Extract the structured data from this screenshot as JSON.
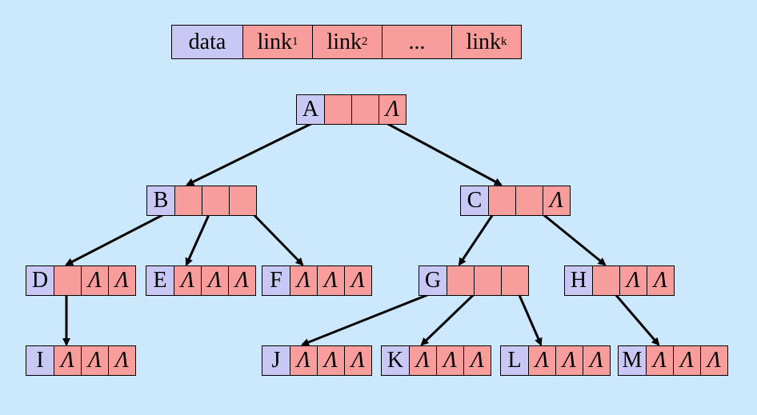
{
  "header": {
    "data_label": "data",
    "link_labels": [
      {
        "base": "link",
        "sub": "1"
      },
      {
        "base": "link",
        "sub": "2"
      },
      {
        "base": "...",
        "sub": ""
      },
      {
        "base": "link",
        "sub": "k"
      }
    ]
  },
  "null_symbol": "Λ",
  "colors": {
    "background": "#cce8fd",
    "data_cell": "#c9c8f4",
    "link_cell": "#f99c9c"
  },
  "nodes": [
    {
      "id": "A",
      "label": "A",
      "links": [
        "",
        "",
        "Λ"
      ]
    },
    {
      "id": "B",
      "label": "B",
      "links": [
        "",
        "",
        ""
      ]
    },
    {
      "id": "C",
      "label": "C",
      "links": [
        "",
        "",
        "Λ"
      ]
    },
    {
      "id": "D",
      "label": "D",
      "links": [
        "",
        "Λ",
        "Λ"
      ]
    },
    {
      "id": "E",
      "label": "E",
      "links": [
        "Λ",
        "Λ",
        "Λ"
      ]
    },
    {
      "id": "F",
      "label": "F",
      "links": [
        "Λ",
        "Λ",
        "Λ"
      ]
    },
    {
      "id": "G",
      "label": "G",
      "links": [
        "",
        "",
        ""
      ]
    },
    {
      "id": "H",
      "label": "H",
      "links": [
        "",
        "Λ",
        "Λ"
      ]
    },
    {
      "id": "I",
      "label": "I",
      "links": [
        "Λ",
        "Λ",
        "Λ"
      ]
    },
    {
      "id": "J",
      "label": "J",
      "links": [
        "Λ",
        "Λ",
        "Λ"
      ]
    },
    {
      "id": "K",
      "label": "K",
      "links": [
        "Λ",
        "Λ",
        "Λ"
      ]
    },
    {
      "id": "L",
      "label": "L",
      "links": [
        "Λ",
        "Λ",
        "Λ"
      ]
    },
    {
      "id": "M",
      "label": "M",
      "links": [
        "Λ",
        "Λ",
        "Λ"
      ]
    }
  ],
  "edges": [
    {
      "from": "A",
      "link": 0,
      "to": "B"
    },
    {
      "from": "A",
      "link": 1,
      "to": "C"
    },
    {
      "from": "B",
      "link": 0,
      "to": "D"
    },
    {
      "from": "B",
      "link": 1,
      "to": "E"
    },
    {
      "from": "B",
      "link": 2,
      "to": "F"
    },
    {
      "from": "C",
      "link": 0,
      "to": "G"
    },
    {
      "from": "C",
      "link": 1,
      "to": "H"
    },
    {
      "from": "D",
      "link": 0,
      "to": "I"
    },
    {
      "from": "G",
      "link": 0,
      "to": "J"
    },
    {
      "from": "G",
      "link": 1,
      "to": "K"
    },
    {
      "from": "G",
      "link": 2,
      "to": "L"
    },
    {
      "from": "H",
      "link": 0,
      "to": "M"
    }
  ]
}
